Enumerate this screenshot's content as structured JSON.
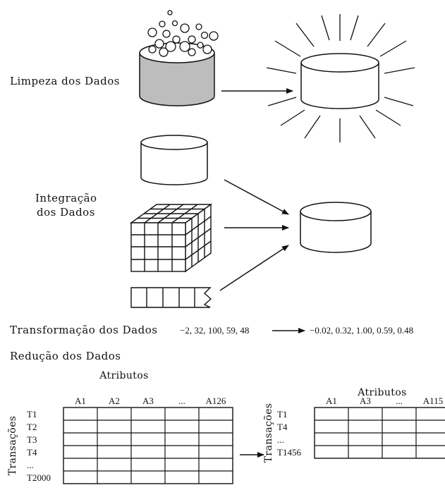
{
  "labels": {
    "cleaning": "Limpeza dos Dados",
    "integration_line1": "Integração",
    "integration_line2": "dos Dados",
    "transformation": "Transformação dos Dados",
    "reduction": "Redução dos Dados"
  },
  "transformation": {
    "input_values": "−2, 32, 100, 59, 48",
    "output_values": "−0.02, 0.32, 1.00, 0.59, 0.48"
  },
  "reduction": {
    "left_table": {
      "title": "Atributos",
      "side_label": "Transações",
      "columns": [
        "A1",
        "A2",
        "A3",
        "...",
        "A126"
      ],
      "rows": [
        "T1",
        "T2",
        "T3",
        "T4",
        "...",
        "T2000"
      ]
    },
    "right_table": {
      "title": "Atributos",
      "side_label": "Transações",
      "columns": [
        "A1",
        "A3",
        "...",
        "A115"
      ],
      "rows": [
        "T1",
        "T4",
        "...",
        "T1456"
      ]
    }
  }
}
